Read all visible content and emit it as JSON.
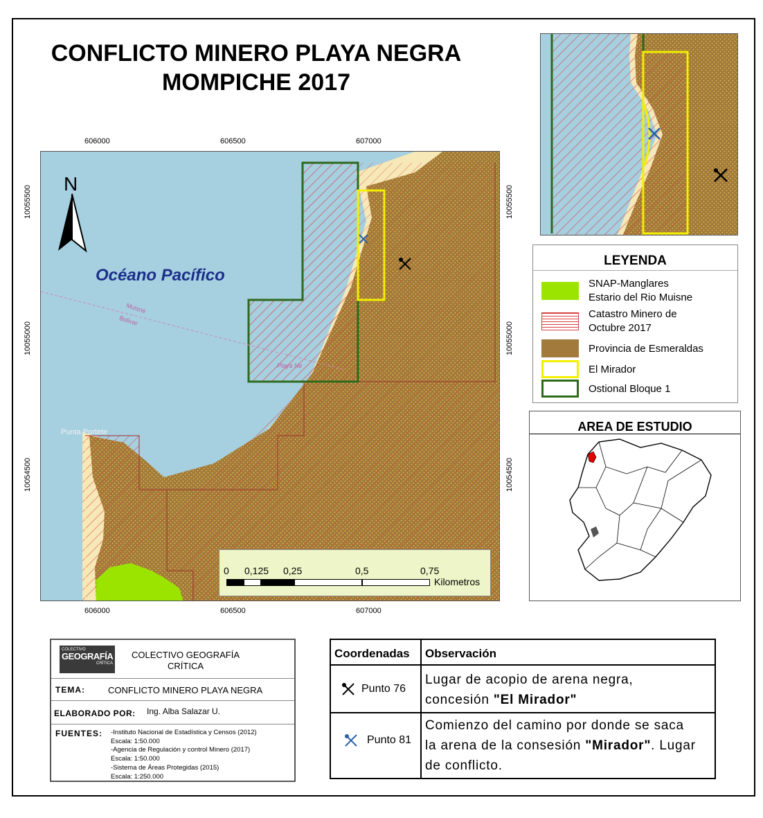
{
  "title": {
    "line1": "CONFLICTO MINERO PLAYA NEGRA",
    "line2": "MOMPICHE 2017"
  },
  "map": {
    "x_ticks": [
      "606000",
      "606500",
      "607000"
    ],
    "y_ticks": [
      "10055500",
      "10055000",
      "10054500"
    ],
    "ocean_label": "Océano Pacífico",
    "punta_label": "Punta Portete",
    "muisne_label": "Muisne",
    "bolivar_label": "Bolivar",
    "playa_label": "Playa Ne",
    "north_label": "N",
    "colors": {
      "ocean": "#a6cfe0",
      "land": "#a27a3c",
      "sand": "#f7e8b7",
      "mangrove": "#9be400",
      "mirador": "#f2f000",
      "ostional": "#2d6a1c",
      "hatch": "#d94040"
    }
  },
  "scale": {
    "ticks": [
      "0",
      "0,125",
      "0,25",
      "0,5",
      "0,75"
    ],
    "unit": "Kilometros"
  },
  "legend": {
    "title": "LEYENDA",
    "items": [
      {
        "label_lines": [
          "SNAP-Manglares",
          "Estario del Rio Muisne"
        ],
        "swatch": "mangrove"
      },
      {
        "label_lines": [
          "Catastro Minero de",
          "Octubre 2017"
        ],
        "swatch": "hatch"
      },
      {
        "label_lines": [
          "Provincia de Esmeraldas"
        ],
        "swatch": "land"
      },
      {
        "label_lines": [
          "El Mirador"
        ],
        "swatch": "mirador"
      },
      {
        "label_lines": [
          "Ostional Bloque 1"
        ],
        "swatch": "ostional"
      }
    ]
  },
  "study_area": {
    "title": "AREA DE ESTUDIO",
    "highlight_color": "#e00000"
  },
  "info": {
    "org_line1": "COLECTIVO GEOGRAFÍA",
    "org_line2": "CRÍTICA",
    "logo_top": "COLECTIVO",
    "logo_main": "GEOGRAFÍA",
    "logo_sub": "CRÍTICA",
    "tema_label": "TEMA:",
    "tema_value": "CONFLICTO MINERO PLAYA NEGRA",
    "elaborado_label": "ELABORADO POR:",
    "elaborado_value": "Ing. Alba Salazar U.",
    "fuentes_label": "FUENTES:",
    "fuentes": [
      "-Instituto Nacional de Estadística y Censos (2012)",
      "Escala: 1:50.000",
      "-Agencia de Regulación y control Minero (2017)",
      "Escala: 1:50.000",
      "-Sistema de Áreas Protegidas (2015)",
      "Escala: 1:250.000"
    ]
  },
  "observations": {
    "col1": "Coordenadas",
    "col2": "Observación",
    "rows": [
      {
        "point": "Punto 76",
        "icon": "black-pickaxe-icon",
        "text_plain1": "Lugar de acopio de arena negra,",
        "text_plain2": "concesión ",
        "text_bold": "\"El Mirador\"",
        "text_after": ""
      },
      {
        "point": "Punto 81",
        "icon": "blue-pickaxe-icon",
        "text_plain1": "Comienzo del camino por donde se saca",
        "text_plain2": "la arena de la consesión ",
        "text_bold": "\"Mirador\"",
        "text_after": ". Lugar",
        "text_line3": "de conflicto."
      }
    ]
  }
}
